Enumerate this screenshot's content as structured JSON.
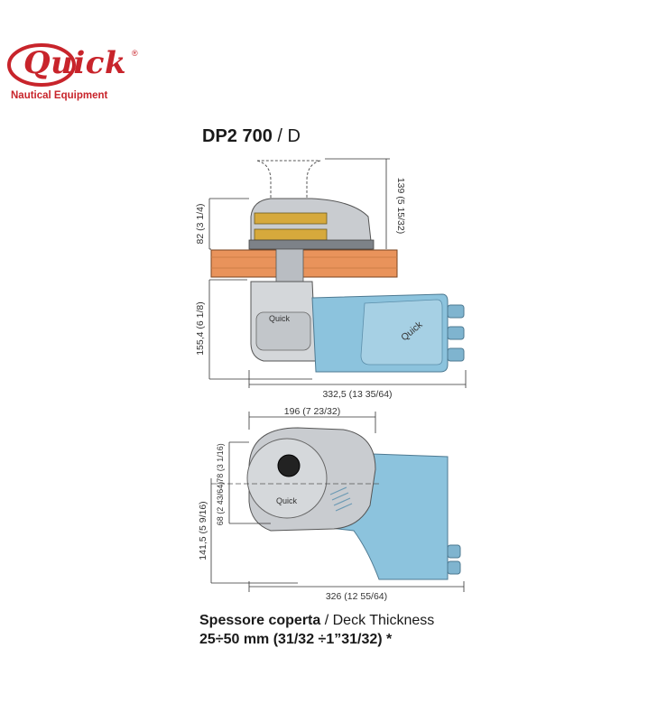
{
  "brand": {
    "name": "Quick",
    "registered": "®",
    "tagline": "Nautical Equipment",
    "color": "#c8242b"
  },
  "model": {
    "code": "DP2 700",
    "separator": " / ",
    "variant": "D"
  },
  "side_view": {
    "dims": {
      "top_height": "139 (5 15/32)",
      "upper_height": "82 (3 1/4)",
      "lower_height": "155,4 (6 1/8)",
      "overall_length": "332,5 (13 35/64)"
    },
    "housing_logo": "Quick",
    "plate_logo": "Quick"
  },
  "top_view": {
    "dims": {
      "width": "196 (7 23/32)",
      "upper_offset": "78 (3 1/16)",
      "lower_offset": "68 (2 43/64)",
      "depth": "141,5 (5 9/16)",
      "overall_length": "326 (12 55/64)"
    },
    "cap_logo": "Quick"
  },
  "caption": {
    "label_it": "Spessore coperta",
    "separator": " / ",
    "label_en": "Deck Thickness",
    "range": "25÷50 mm (31/32 ÷1”31/32) *"
  },
  "colors": {
    "motor_blue": "#8cc3dd",
    "motor_dark": "#5c8fab",
    "deck_wood": "#e9935b",
    "metal": "#c9ccd0",
    "gold": "#d6a93c"
  }
}
